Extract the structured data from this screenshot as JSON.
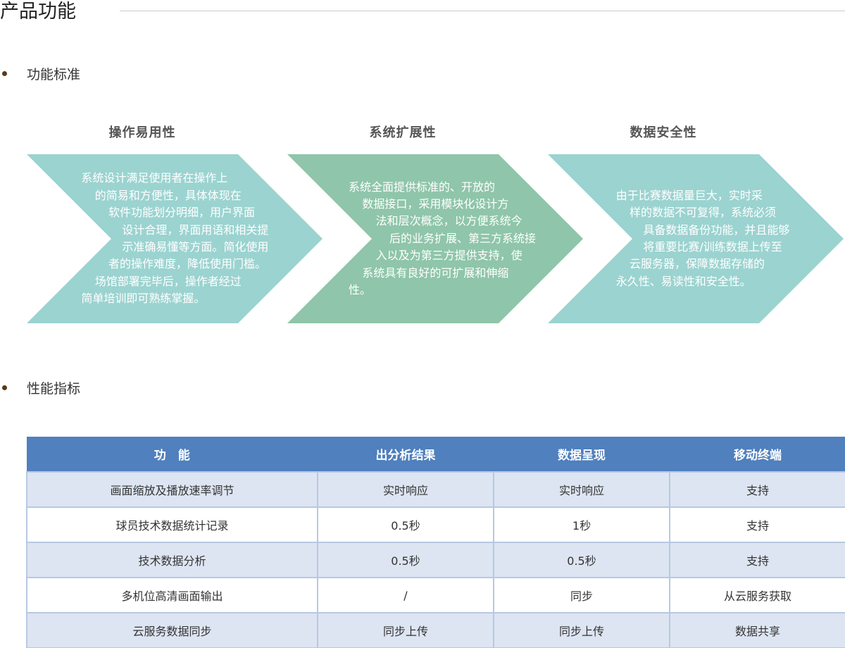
{
  "page": {
    "title": "产品功能"
  },
  "sections": {
    "standards": "功能标准",
    "metrics": "性能指标"
  },
  "features": [
    {
      "heading": "操作易用性",
      "color": "#9bd3d0",
      "lines": [
        "系统设计满足使用者在操作上",
        "的简易和方便性，具体体现在",
        "软件功能划分明细，用户界面",
        "设计合理，界面用语和相关提",
        "示准确易懂等方面。简化使用",
        "者的操作难度，降低使用门槛。",
        "场馆部署完毕后，操作者经过",
        "简单培训即可熟练掌握。"
      ]
    },
    {
      "heading": "系统扩展性",
      "color": "#8fc5aa",
      "lines": [
        "系统全面提供标准的、开放的",
        "数据接口，采用模块化设计方",
        "法和层次概念，以方便系统今",
        "后的业务扩展、第三方系统接",
        "入以及为第三方提供支持，使",
        "系统具有良好的可扩展和伸缩",
        "性。"
      ]
    },
    {
      "heading": "数据安全性",
      "color": "#9bd3d0",
      "lines": [
        "由于比赛数据量巨大，实时采",
        "样的数据不可复得，系统必须",
        "具备数据备份功能，并且能够",
        "将重要比赛/训练数据上传至",
        "云服务器，保障数据存储的",
        "永久性、易读性和安全性。"
      ]
    }
  ],
  "table": {
    "headers": [
      "功　能",
      "出分析结果",
      "数据呈现",
      "移动终端"
    ],
    "rows": [
      [
        "画面缩放及播放速率调节",
        "实时响应",
        "实时响应",
        "支持"
      ],
      [
        "球员技术数据统计记录",
        "0.5秒",
        "1秒",
        "支持"
      ],
      [
        "技术数据分析",
        "0.5秒",
        "0.5秒",
        "支持"
      ],
      [
        "多机位高清画面输出",
        "/",
        "同步",
        "从云服务获取"
      ],
      [
        "云服务数据同步",
        "同步上传",
        "同步上传",
        "数据共享"
      ]
    ]
  }
}
